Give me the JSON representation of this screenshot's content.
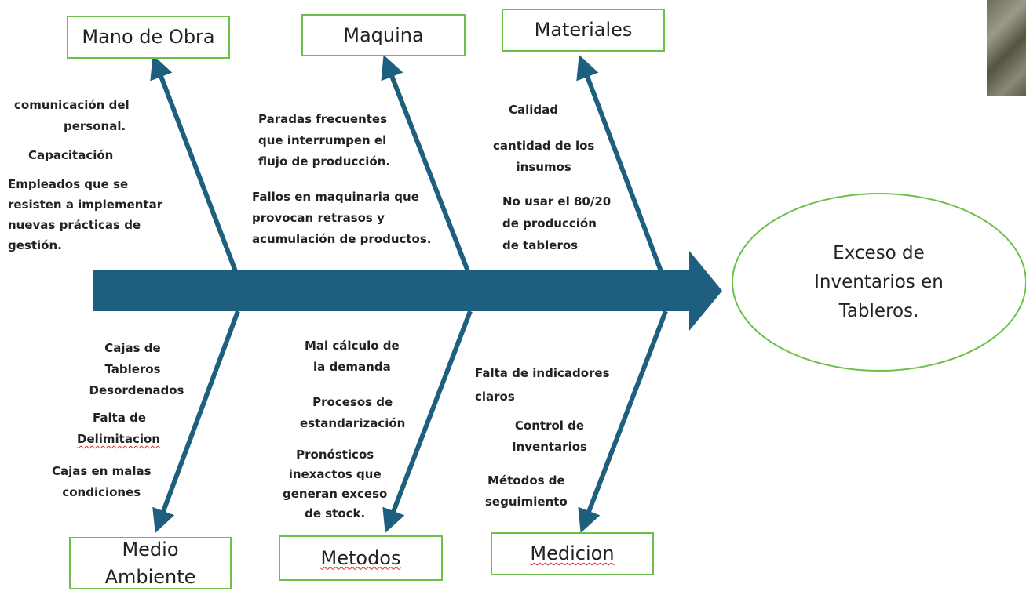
{
  "effect": {
    "line1": "Exceso de",
    "line2": "Inventarios en",
    "line3": "Tableros."
  },
  "categories": {
    "mano_de_obra": "Mano de Obra",
    "maquina": "Maquina",
    "materiales": "Materiales",
    "medio_ambiente_line1": "Medio",
    "medio_ambiente_line2": "Ambiente",
    "metodos": "Metodos",
    "medicion": "Medicion"
  },
  "causes": {
    "mano_de_obra": {
      "comunicacion": [
        "comunicación del",
        "personal."
      ],
      "capacitacion": "Capacitación",
      "empleados": [
        "Empleados que se",
        "resisten a implementar",
        "nuevas prácticas de",
        "gestión."
      ]
    },
    "maquina": {
      "paradas": [
        "Paradas frecuentes",
        "que interrumpen el",
        "flujo de producción."
      ],
      "fallos": [
        "Fallos en maquinaria que",
        "provocan retrasos y",
        "acumulación de productos."
      ]
    },
    "materiales": {
      "calidad": "Calidad",
      "cantidad": [
        "cantidad de los",
        "insumos"
      ],
      "no_usar": [
        "No usar el 80/20",
        "de producción",
        "de tableros"
      ]
    },
    "medio_ambiente": {
      "cajas_tableros": [
        "Cajas de",
        "Tableros",
        "Desordenados"
      ],
      "falta": [
        "Falta de",
        "Delimitacion"
      ],
      "cajas_malas": [
        "Cajas en malas",
        "condiciones"
      ]
    },
    "metodos": {
      "mal_calculo": [
        "Mal cálculo de",
        "la demanda"
      ],
      "procesos": [
        "Procesos de",
        "estandarización"
      ],
      "pronosticos": [
        "Pronósticos",
        "inexactos que",
        "generan exceso",
        "de stock."
      ]
    },
    "medicion": {
      "falta_indicadores": [
        "Falta de indicadores",
        "claros"
      ],
      "control": [
        "Control de",
        "Inventarios"
      ],
      "metodos_seguimiento": [
        "Métodos de",
        "seguimiento"
      ]
    }
  },
  "colors": {
    "spine": "#1e5f80",
    "box_border": "#6cc04a",
    "ellipse_border": "#6cc04a"
  }
}
